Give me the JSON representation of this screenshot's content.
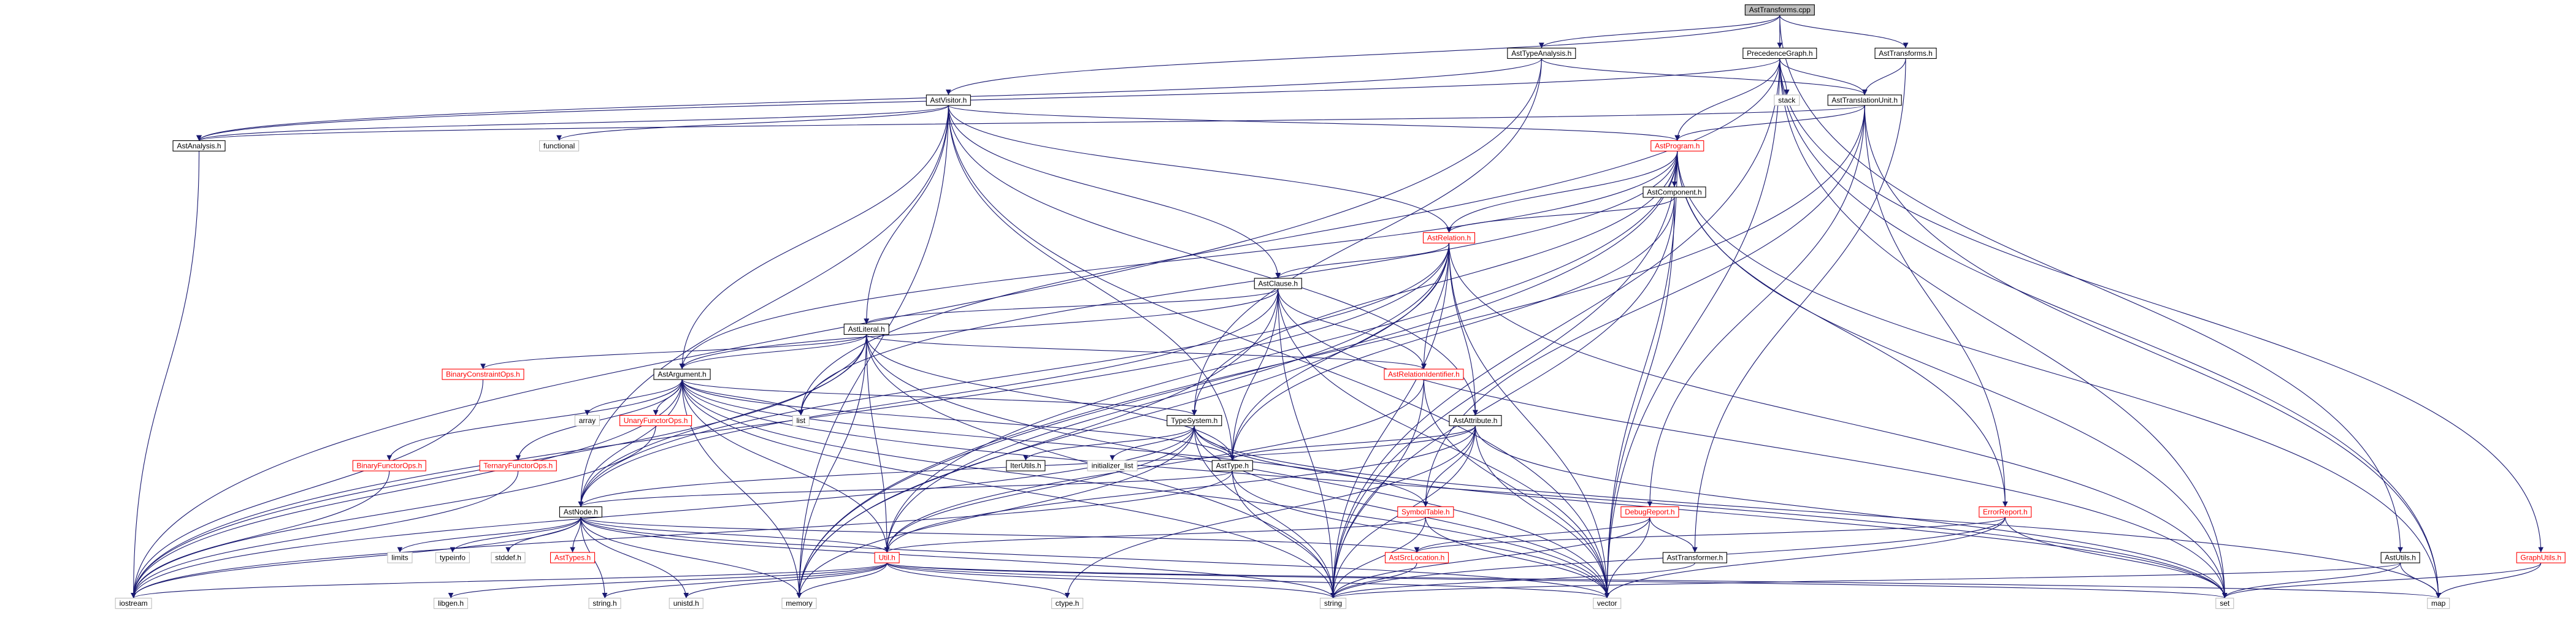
{
  "colors": {
    "edge": "#191970",
    "root_fill": "#bfbfbf",
    "linked_stroke": "#000000",
    "linked_text": "#000000",
    "undocumented_stroke": "#ff0000",
    "undocumented_text": "#ff0000",
    "system_stroke": "#bfbfbf",
    "system_text": "#000000"
  },
  "graph": {
    "title": "AstTransforms.cpp",
    "nodes": [
      {
        "id": "root",
        "label": "AstTransforms.cpp",
        "kind": "root"
      },
      {
        "id": "asttypeanalysis",
        "label": "AstTypeAnalysis.h",
        "kind": "linked"
      },
      {
        "id": "precedencegraph",
        "label": "PrecedenceGraph.h",
        "kind": "linked"
      },
      {
        "id": "asttransforms",
        "label": "AstTransforms.h",
        "kind": "linked"
      },
      {
        "id": "astvisitor",
        "label": "AstVisitor.h",
        "kind": "linked"
      },
      {
        "id": "stack",
        "label": "stack",
        "kind": "system"
      },
      {
        "id": "asttranslationunit",
        "label": "AstTranslationUnit.h",
        "kind": "linked"
      },
      {
        "id": "astanalysis",
        "label": "AstAnalysis.h",
        "kind": "linked"
      },
      {
        "id": "functional",
        "label": "functional",
        "kind": "system"
      },
      {
        "id": "astprogram",
        "label": "AstProgram.h",
        "kind": "undocumented"
      },
      {
        "id": "astcomponent",
        "label": "AstComponent.h",
        "kind": "linked"
      },
      {
        "id": "astrelation",
        "label": "AstRelation.h",
        "kind": "undocumented"
      },
      {
        "id": "astclause",
        "label": "AstClause.h",
        "kind": "linked"
      },
      {
        "id": "astliteral",
        "label": "AstLiteral.h",
        "kind": "linked"
      },
      {
        "id": "binaryconstraintops",
        "label": "BinaryConstraintOps.h",
        "kind": "undocumented"
      },
      {
        "id": "astargument",
        "label": "AstArgument.h",
        "kind": "linked"
      },
      {
        "id": "astrelationidentifier",
        "label": "AstRelationIdentifier.h",
        "kind": "undocumented"
      },
      {
        "id": "array",
        "label": "array",
        "kind": "system"
      },
      {
        "id": "unaryfunctorops",
        "label": "UnaryFunctorOps.h",
        "kind": "undocumented"
      },
      {
        "id": "list",
        "label": "list",
        "kind": "system"
      },
      {
        "id": "typesystem",
        "label": "TypeSystem.h",
        "kind": "linked"
      },
      {
        "id": "astattribute",
        "label": "AstAttribute.h",
        "kind": "linked"
      },
      {
        "id": "binaryfunctorops",
        "label": "BinaryFunctorOps.h",
        "kind": "undocumented"
      },
      {
        "id": "ternaryfunctorops",
        "label": "TernaryFunctorOps.h",
        "kind": "undocumented"
      },
      {
        "id": "iterutils",
        "label": "IterUtils.h",
        "kind": "linked"
      },
      {
        "id": "initializer_list",
        "label": "initializer_list",
        "kind": "system"
      },
      {
        "id": "asttype",
        "label": "AstType.h",
        "kind": "linked"
      },
      {
        "id": "astnode",
        "label": "AstNode.h",
        "kind": "linked"
      },
      {
        "id": "symboltable",
        "label": "SymbolTable.h",
        "kind": "undocumented"
      },
      {
        "id": "debugreport",
        "label": "DebugReport.h",
        "kind": "undocumented"
      },
      {
        "id": "errorreport",
        "label": "ErrorReport.h",
        "kind": "undocumented"
      },
      {
        "id": "limits",
        "label": "limits",
        "kind": "system"
      },
      {
        "id": "typeinfo",
        "label": "typeinfo",
        "kind": "system"
      },
      {
        "id": "stddef",
        "label": "stddef.h",
        "kind": "system"
      },
      {
        "id": "asttypes",
        "label": "AstTypes.h",
        "kind": "undocumented"
      },
      {
        "id": "util",
        "label": "Util.h",
        "kind": "undocumented"
      },
      {
        "id": "astsrclocation",
        "label": "AstSrcLocation.h",
        "kind": "undocumented"
      },
      {
        "id": "asttransformer",
        "label": "AstTransformer.h",
        "kind": "linked"
      },
      {
        "id": "astutils",
        "label": "AstUtils.h",
        "kind": "linked"
      },
      {
        "id": "graphutils",
        "label": "GraphUtils.h",
        "kind": "undocumented"
      },
      {
        "id": "iostream",
        "label": "iostream",
        "kind": "system"
      },
      {
        "id": "libgen",
        "label": "libgen.h",
        "kind": "system"
      },
      {
        "id": "stringh",
        "label": "string.h",
        "kind": "system"
      },
      {
        "id": "unistd",
        "label": "unistd.h",
        "kind": "system"
      },
      {
        "id": "memory",
        "label": "memory",
        "kind": "system"
      },
      {
        "id": "ctype",
        "label": "ctype.h",
        "kind": "system"
      },
      {
        "id": "string",
        "label": "string",
        "kind": "system"
      },
      {
        "id": "vector",
        "label": "vector",
        "kind": "system"
      },
      {
        "id": "set",
        "label": "set",
        "kind": "system"
      },
      {
        "id": "map",
        "label": "map",
        "kind": "system"
      }
    ],
    "edges": [
      [
        "root",
        "asttypeanalysis"
      ],
      [
        "root",
        "precedencegraph"
      ],
      [
        "root",
        "asttransforms"
      ],
      [
        "root",
        "astvisitor"
      ],
      [
        "root",
        "astutils"
      ],
      [
        "asttypeanalysis",
        "astanalysis"
      ],
      [
        "asttypeanalysis",
        "asttranslationunit"
      ],
      [
        "asttypeanalysis",
        "typesystem"
      ],
      [
        "asttypeanalysis",
        "iostream"
      ],
      [
        "precedencegraph",
        "astanalysis"
      ],
      [
        "precedencegraph",
        "asttranslationunit"
      ],
      [
        "precedencegraph",
        "astprogram"
      ],
      [
        "precedencegraph",
        "stack"
      ],
      [
        "precedencegraph",
        "graphutils"
      ],
      [
        "precedencegraph",
        "list"
      ],
      [
        "precedencegraph",
        "set"
      ],
      [
        "precedencegraph",
        "string"
      ],
      [
        "precedencegraph",
        "vector"
      ],
      [
        "precedencegraph",
        "map"
      ],
      [
        "asttransforms",
        "asttranslationunit"
      ],
      [
        "asttransforms",
        "asttransformer"
      ],
      [
        "astvisitor",
        "astanalysis"
      ],
      [
        "astvisitor",
        "functional"
      ],
      [
        "astvisitor",
        "astprogram"
      ],
      [
        "astvisitor",
        "astrelation"
      ],
      [
        "astvisitor",
        "astclause"
      ],
      [
        "astvisitor",
        "astliteral"
      ],
      [
        "astvisitor",
        "astargument"
      ],
      [
        "astvisitor",
        "astattribute"
      ],
      [
        "astvisitor",
        "asttype"
      ],
      [
        "astvisitor",
        "astnode"
      ],
      [
        "astvisitor",
        "memory"
      ],
      [
        "astvisitor",
        "vector"
      ],
      [
        "asttranslationunit",
        "astanalysis"
      ],
      [
        "asttranslationunit",
        "astprogram"
      ],
      [
        "asttranslationunit",
        "symboltable"
      ],
      [
        "asttranslationunit",
        "debugreport"
      ],
      [
        "asttranslationunit",
        "errorreport"
      ],
      [
        "asttranslationunit",
        "map"
      ],
      [
        "asttranslationunit",
        "memory"
      ],
      [
        "astanalysis",
        "iostream"
      ],
      [
        "astprogram",
        "astcomponent"
      ],
      [
        "astprogram",
        "astrelation"
      ],
      [
        "astprogram",
        "typesystem"
      ],
      [
        "astprogram",
        "errorreport"
      ],
      [
        "astprogram",
        "util"
      ],
      [
        "astprogram",
        "list"
      ],
      [
        "astprogram",
        "memory"
      ],
      [
        "astprogram",
        "set"
      ],
      [
        "astprogram",
        "string"
      ],
      [
        "astprogram",
        "vector"
      ],
      [
        "astprogram",
        "map"
      ],
      [
        "astprogram",
        "astargument"
      ],
      [
        "astcomponent",
        "astrelation"
      ],
      [
        "astcomponent",
        "asttype"
      ],
      [
        "astcomponent",
        "vector"
      ],
      [
        "astcomponent",
        "string"
      ],
      [
        "astrelation",
        "astclause"
      ],
      [
        "astrelation",
        "astattribute"
      ],
      [
        "astrelation",
        "astrelationidentifier"
      ],
      [
        "astrelation",
        "asttype"
      ],
      [
        "astrelation",
        "astnode"
      ],
      [
        "astrelation",
        "util"
      ],
      [
        "astrelation",
        "iostream"
      ],
      [
        "astrelation",
        "memory"
      ],
      [
        "astrelation",
        "set"
      ],
      [
        "astrelation",
        "string"
      ],
      [
        "astrelation",
        "vector"
      ],
      [
        "astclause",
        "astliteral"
      ],
      [
        "astclause",
        "astargument"
      ],
      [
        "astclause",
        "astrelationidentifier"
      ],
      [
        "astclause",
        "asttype"
      ],
      [
        "astclause",
        "astnode"
      ],
      [
        "astclause",
        "memory"
      ],
      [
        "astclause",
        "string"
      ],
      [
        "astclause",
        "set"
      ],
      [
        "astclause",
        "vector"
      ],
      [
        "astliteral",
        "binaryconstraintops"
      ],
      [
        "astliteral",
        "astargument"
      ],
      [
        "astliteral",
        "astrelationidentifier"
      ],
      [
        "astliteral",
        "astnode"
      ],
      [
        "astliteral",
        "util"
      ],
      [
        "astliteral",
        "list"
      ],
      [
        "astliteral",
        "iostream"
      ],
      [
        "astliteral",
        "memory"
      ],
      [
        "astliteral",
        "string"
      ],
      [
        "astliteral",
        "vector"
      ],
      [
        "astliteral",
        "asttype"
      ],
      [
        "binaryconstraintops",
        "iostream"
      ],
      [
        "astargument",
        "array"
      ],
      [
        "astargument",
        "unaryfunctorops"
      ],
      [
        "astargument",
        "list"
      ],
      [
        "astargument",
        "typesystem"
      ],
      [
        "astargument",
        "binaryfunctorops"
      ],
      [
        "astargument",
        "ternaryfunctorops"
      ],
      [
        "astargument",
        "asttype"
      ],
      [
        "astargument",
        "astnode"
      ],
      [
        "astargument",
        "symboltable"
      ],
      [
        "astargument",
        "util"
      ],
      [
        "astargument",
        "memory"
      ],
      [
        "astargument",
        "string"
      ],
      [
        "astargument",
        "vector"
      ],
      [
        "astargument",
        "set"
      ],
      [
        "astargument",
        "iostream"
      ],
      [
        "astrelationidentifier",
        "util"
      ],
      [
        "astrelationidentifier",
        "string"
      ],
      [
        "astrelationidentifier",
        "vector"
      ],
      [
        "unaryfunctorops",
        "iostream"
      ],
      [
        "binaryfunctorops",
        "iostream"
      ],
      [
        "ternaryfunctorops",
        "iostream"
      ],
      [
        "typesystem",
        "iterutils"
      ],
      [
        "typesystem",
        "initializer_list"
      ],
      [
        "typesystem",
        "asttype"
      ],
      [
        "typesystem",
        "util"
      ],
      [
        "typesystem",
        "iostream"
      ],
      [
        "typesystem",
        "memory"
      ],
      [
        "typesystem",
        "set"
      ],
      [
        "typesystem",
        "string"
      ],
      [
        "typesystem",
        "vector"
      ],
      [
        "typesystem",
        "map"
      ],
      [
        "astattribute",
        "asttype"
      ],
      [
        "astattribute",
        "astnode"
      ],
      [
        "astattribute",
        "symboltable"
      ],
      [
        "astattribute",
        "util"
      ],
      [
        "astattribute",
        "string"
      ],
      [
        "astattribute",
        "vector"
      ],
      [
        "astattribute",
        "set"
      ],
      [
        "astattribute",
        "ctype"
      ],
      [
        "asttype",
        "astnode"
      ],
      [
        "asttype",
        "iostream"
      ],
      [
        "asttype",
        "string"
      ],
      [
        "asttype",
        "vector"
      ],
      [
        "astnode",
        "limits"
      ],
      [
        "astnode",
        "typeinfo"
      ],
      [
        "astnode",
        "stddef"
      ],
      [
        "astnode",
        "asttypes"
      ],
      [
        "astnode",
        "util"
      ],
      [
        "astnode",
        "astsrclocation"
      ],
      [
        "astnode",
        "iostream"
      ],
      [
        "astnode",
        "memory"
      ],
      [
        "astnode",
        "stringh"
      ],
      [
        "astnode",
        "string"
      ],
      [
        "astnode",
        "unistd"
      ],
      [
        "astnode",
        "vector"
      ],
      [
        "symboltable",
        "util"
      ],
      [
        "symboltable",
        "string"
      ],
      [
        "symboltable",
        "vector"
      ],
      [
        "debugreport",
        "asttransformer"
      ],
      [
        "debugreport",
        "astsrclocation"
      ],
      [
        "debugreport",
        "string"
      ],
      [
        "debugreport",
        "vector"
      ],
      [
        "errorreport",
        "astsrclocation"
      ],
      [
        "errorreport",
        "string"
      ],
      [
        "errorreport",
        "vector"
      ],
      [
        "errorreport",
        "set"
      ],
      [
        "util",
        "libgen"
      ],
      [
        "util",
        "stringh"
      ],
      [
        "util",
        "unistd"
      ],
      [
        "util",
        "memory"
      ],
      [
        "util",
        "ctype"
      ],
      [
        "util",
        "string"
      ],
      [
        "util",
        "vector"
      ],
      [
        "util",
        "set"
      ],
      [
        "util",
        "map"
      ],
      [
        "util",
        "iostream"
      ],
      [
        "astsrclocation",
        "string"
      ],
      [
        "asttransformer",
        "string"
      ],
      [
        "astutils",
        "string"
      ],
      [
        "astutils",
        "set"
      ],
      [
        "astutils",
        "map"
      ],
      [
        "graphutils",
        "set"
      ],
      [
        "graphutils",
        "map"
      ]
    ]
  }
}
